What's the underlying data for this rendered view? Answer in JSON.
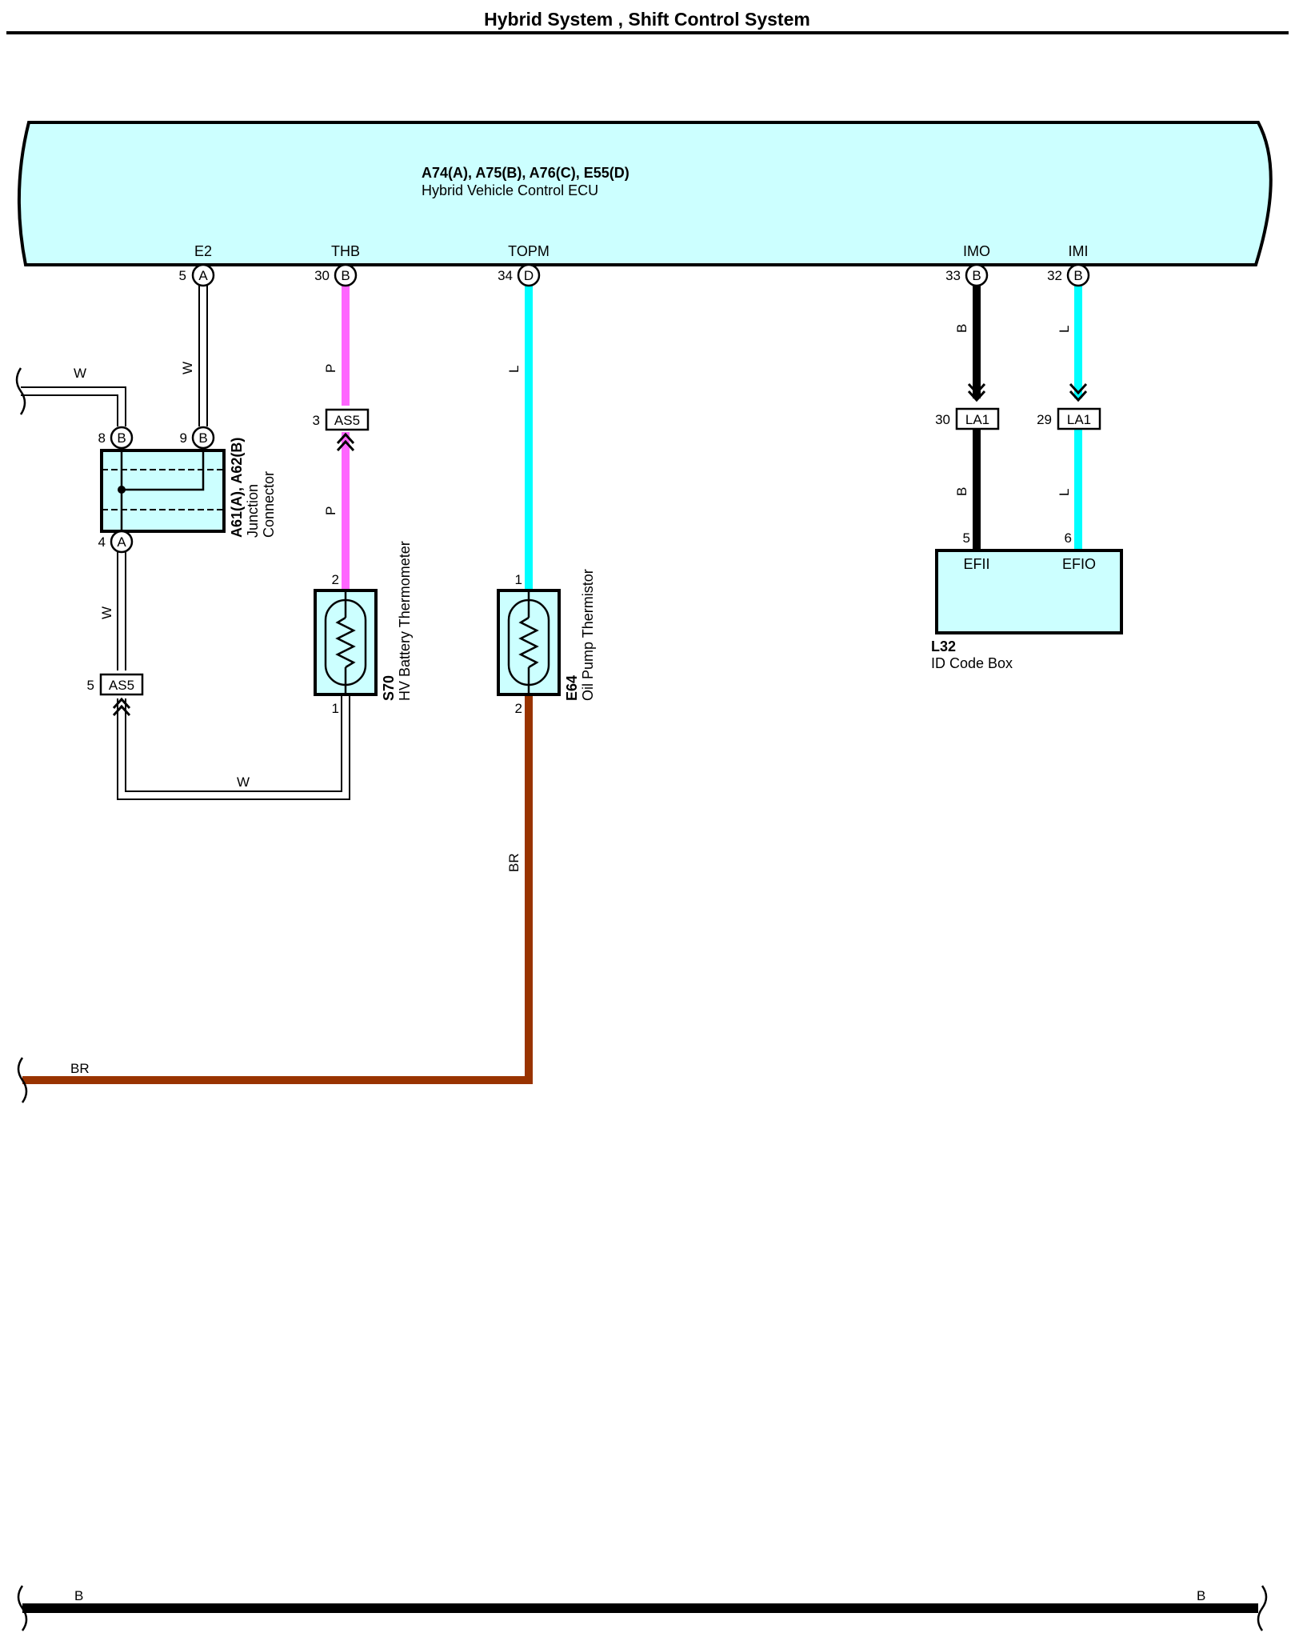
{
  "page": {
    "title": "Hybrid System , Shift Control System"
  },
  "colors": {
    "component_fill": "#ccffff",
    "wire_W": "#ffffff",
    "wire_P": "#ff66ff",
    "wire_L": "#00ffff",
    "wire_B": "#000000",
    "wire_BR": "#993300"
  },
  "ecu": {
    "id": "A74(A), A75(B), A76(C), E55(D)",
    "name": "Hybrid Vehicle Control ECU",
    "terminals": [
      {
        "name": "E2",
        "pin": "5",
        "conn": "A"
      },
      {
        "name": "THB",
        "pin": "30",
        "conn": "B"
      },
      {
        "name": "TOPM",
        "pin": "34",
        "conn": "D"
      },
      {
        "name": "IMO",
        "pin": "33",
        "conn": "B"
      },
      {
        "name": "IMI",
        "pin": "32",
        "conn": "B"
      }
    ]
  },
  "junction_connector": {
    "id": "A61(A), A62(B)",
    "name_line1": "Junction",
    "name_line2": "Connector",
    "pins": [
      {
        "pin": "8",
        "conn": "B"
      },
      {
        "pin": "9",
        "conn": "B"
      },
      {
        "pin": "4",
        "conn": "A"
      }
    ]
  },
  "inline_connectors": [
    {
      "id": "AS5",
      "pin": "3"
    },
    {
      "id": "AS5",
      "pin": "5"
    },
    {
      "id": "LA1",
      "pin": "30"
    },
    {
      "id": "LA1",
      "pin": "29"
    }
  ],
  "components": {
    "s70": {
      "id": "S70",
      "name": "HV Battery Thermometer",
      "pin_top": "2",
      "pin_bottom": "1"
    },
    "e64": {
      "id": "E64",
      "name": "Oil Pump Thermistor",
      "pin_top": "1",
      "pin_bottom": "2"
    },
    "l32": {
      "id": "L32",
      "name": "ID Code Box",
      "pin_left": "5",
      "pin_right": "6",
      "term_left": "EFII",
      "term_right": "EFIO"
    }
  },
  "wire_codes": {
    "w_left": "W",
    "w_e2": "W",
    "w_down": "W",
    "w_bottom": "W",
    "p_upper": "P",
    "p_lower": "P",
    "l_topm": "L",
    "b_imo_upper": "B",
    "b_imo_lower": "B",
    "l_imi_upper": "L",
    "l_imi_lower": "L",
    "br_vertical": "BR",
    "br_horizontal": "BR",
    "b_ground_left": "B",
    "b_ground_right": "B"
  }
}
